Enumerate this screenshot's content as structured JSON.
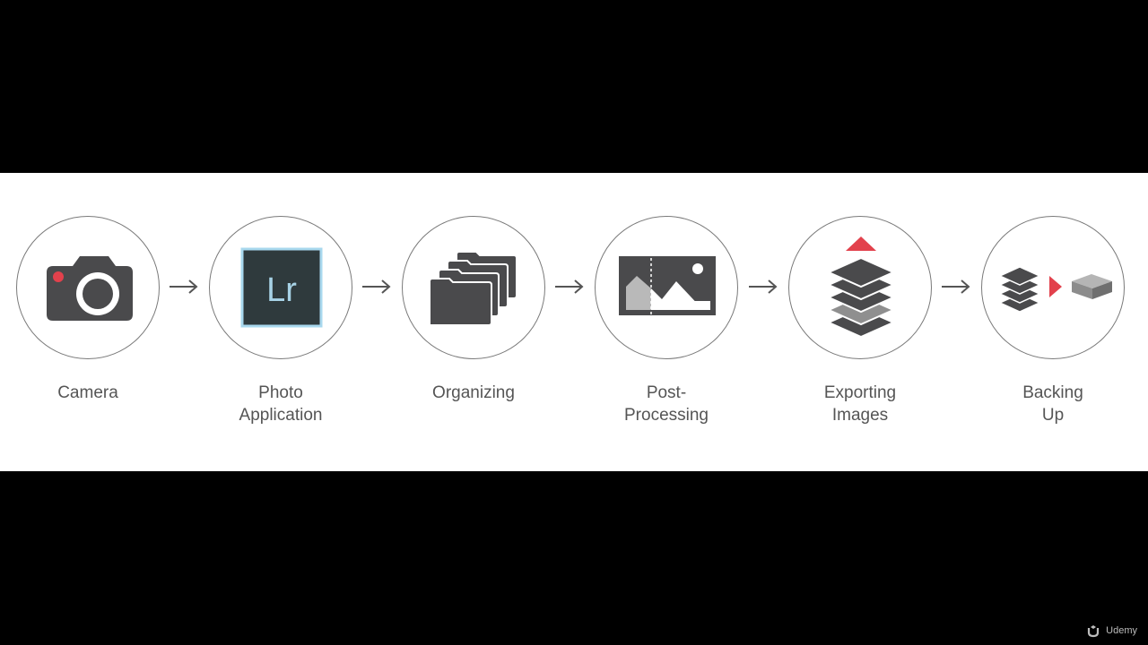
{
  "steps": [
    {
      "label": "Camera",
      "icon": "camera-icon"
    },
    {
      "label": "Photo\nApplication",
      "icon": "lightroom-icon",
      "icon_text": "Lr"
    },
    {
      "label": "Organizing",
      "icon": "folders-icon"
    },
    {
      "label": "Post-\nProcessing",
      "icon": "image-edit-icon"
    },
    {
      "label": "Exporting\nImages",
      "icon": "export-layers-icon"
    },
    {
      "label": "Backing\nUp",
      "icon": "backup-drive-icon"
    }
  ],
  "watermark": {
    "text": "Udemy"
  },
  "colors": {
    "icon_dark": "#4a4a4c",
    "accent_red": "#e2414c",
    "lightroom_bg": "#2f3a3d",
    "lightroom_text": "#a7d2e6",
    "lightroom_border": "#a8d8ee",
    "label_text": "#555555"
  }
}
